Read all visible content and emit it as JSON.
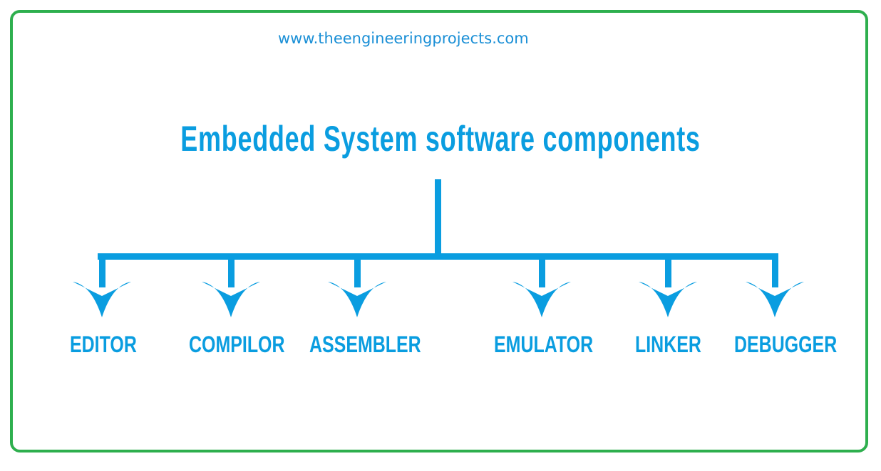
{
  "header": {
    "url": "www.theengineeringprojects.com"
  },
  "diagram": {
    "title": "Embedded System software components",
    "components": [
      "EDITOR",
      "COMPILOR",
      "ASSEMBLER",
      "EMULATOR",
      "LINKER",
      "DEBUGGER"
    ]
  },
  "colors": {
    "accent": "#0a9de0",
    "border": "#2eaf4e",
    "url": "#1a8fd6"
  }
}
